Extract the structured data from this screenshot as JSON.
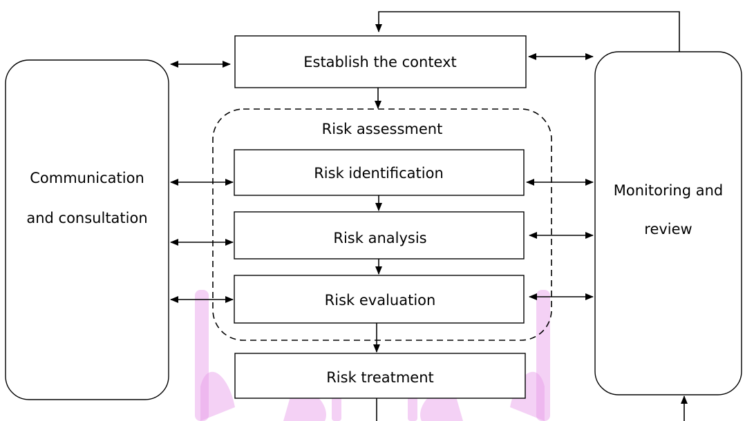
{
  "diagram": {
    "nodes": {
      "context": "Establish the context",
      "comm_line1": "Communication",
      "comm_line2": "and consultation",
      "monitor_line1": "Monitoring and",
      "monitor_line2": "review",
      "assessment": "Risk assessment",
      "identification": "Risk identification",
      "analysis": "Risk analysis",
      "evaluation": "Risk evaluation",
      "treatment": "Risk treatment"
    },
    "watermark_color": "#e79ae9"
  }
}
